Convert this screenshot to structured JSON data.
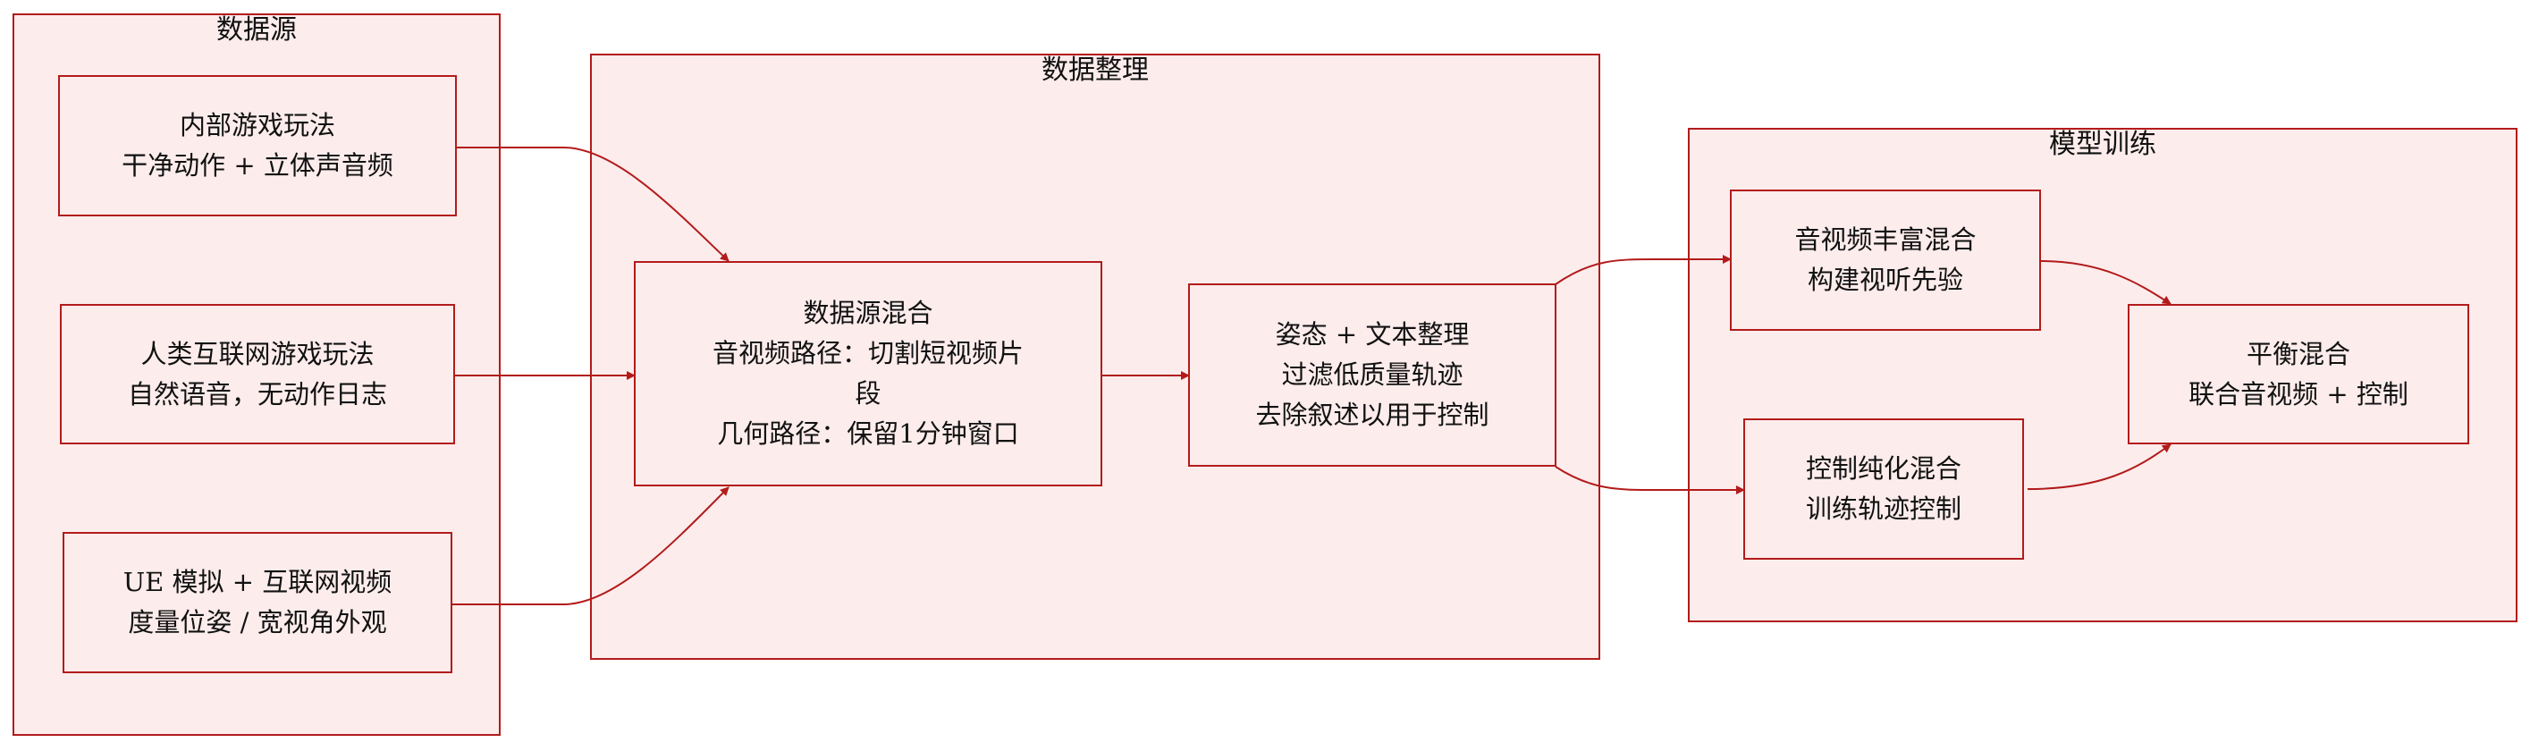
{
  "colors": {
    "stroke": "#b31b1b",
    "fill": "#fcecec",
    "text": "#111111"
  },
  "groups": {
    "sources": {
      "title": "数据源"
    },
    "curation": {
      "title": "数据整理"
    },
    "training": {
      "title": "模型训练"
    }
  },
  "nodes": {
    "internal": {
      "line1": "内部游戏玩法",
      "line2": "干净动作 + 立体声音频"
    },
    "human": {
      "line1": "人类互联网游戏玩法",
      "line2": "自然语音，无动作日志"
    },
    "ue": {
      "line1": "UE 模拟 + 互联网视频",
      "line2": "度量位姿 / 宽视角外观"
    },
    "mix": {
      "line1": "数据源混合",
      "line2": "音视频路径：切割短视频片",
      "line3": "段",
      "line4": "几何路径：保留1分钟窗口"
    },
    "pose": {
      "line1": "姿态 + 文本整理",
      "line2": "过滤低质量轨迹",
      "line3": "去除叙述以用于控制"
    },
    "av": {
      "line1": "音视频丰富混合",
      "line2": "构建视听先验"
    },
    "ctrl": {
      "line1": "控制纯化混合",
      "line2": "训练轨迹控制"
    },
    "balance": {
      "line1": "平衡混合",
      "line2": "联合音视频 + 控制"
    }
  },
  "edges": [
    {
      "from": "internal",
      "to": "mix"
    },
    {
      "from": "human",
      "to": "mix"
    },
    {
      "from": "ue",
      "to": "mix"
    },
    {
      "from": "mix",
      "to": "pose"
    },
    {
      "from": "pose",
      "to": "av"
    },
    {
      "from": "pose",
      "to": "ctrl"
    },
    {
      "from": "av",
      "to": "balance"
    },
    {
      "from": "ctrl",
      "to": "balance"
    }
  ]
}
